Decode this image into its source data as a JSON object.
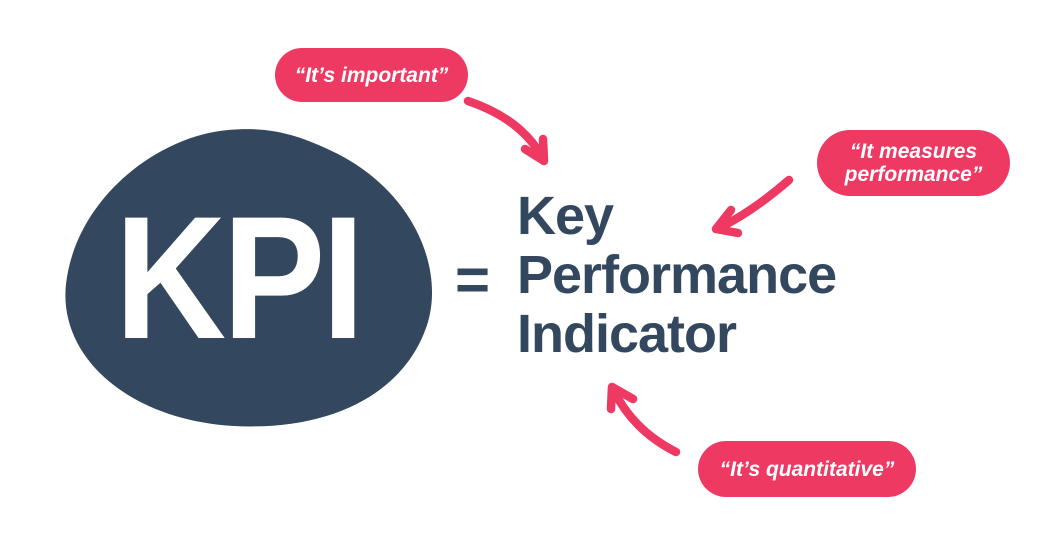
{
  "colors": {
    "navy": "#33485f",
    "pink": "#ee3a63",
    "text_on_dark": "#ffffff",
    "background": "#ffffff"
  },
  "kpi_badge": {
    "label": "KPI"
  },
  "equals_sign": "=",
  "definition": {
    "line1": "Key",
    "line2": "Performance",
    "line3": "Indicator"
  },
  "callouts": {
    "important": {
      "label": "“It’s important”"
    },
    "measures": {
      "label": "“It measures performance”"
    },
    "quantitative": {
      "label": "“It’s quantitative”"
    }
  },
  "icons": {
    "arrow_important": "curved-arrow-down-right",
    "arrow_measures": "curved-arrow-down-left",
    "arrow_quantitative": "curved-arrow-up-left"
  }
}
